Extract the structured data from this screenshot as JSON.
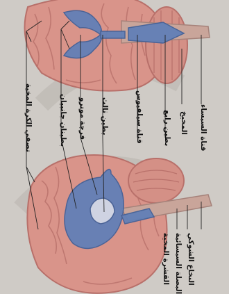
{
  "labels": {
    "hemispheres": "نصفي الكرة المخية",
    "lateral_ventricles": "بطينان جانبيان",
    "monro": "فرجة مونرو",
    "third_ventricle": "بطين ثالث",
    "sylvius": "قناة سيلفيوس",
    "fourth_ventricle": "بطين رابع",
    "cerebellum": "المخيخ",
    "central_canal": "قناة السيساء",
    "medulla": "البصلة السيسائية",
    "spinal_cord": "النخاع الشوكي",
    "cortex": "القشرة المخية"
  },
  "colors": {
    "background": "#cfcbc6",
    "brain": "#d9948a",
    "brain_dark": "#b8706a",
    "ventricle": "#5f7fb8",
    "stem": "#c9a59a",
    "leader": "#222222"
  }
}
